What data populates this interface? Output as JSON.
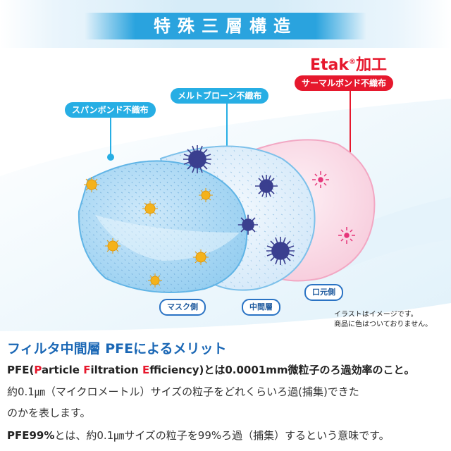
{
  "banner": {
    "title": "特殊三層構造"
  },
  "labels": {
    "spunbond": "スパンボンド不織布",
    "meltblown": "メルトブローン不織布",
    "etak_brand": "Etak",
    "etak_reg": "®",
    "etak_suffix": "加工",
    "thermal": "サーマルボンド不織布"
  },
  "sides": {
    "mask": "マスク側",
    "middle": "中間層",
    "mouth": "口元側"
  },
  "note": {
    "line1": "イラストはイメージです。",
    "line2": "商品に色はついておりません。"
  },
  "section": {
    "title": "フィルタ中間層 PFEによるメリット",
    "line1": {
      "a": "PFE(",
      "p": "P",
      "b": "article ",
      "f": "F",
      "c": "iltration ",
      "e": "E",
      "d": "fficiency)とは0.0001mm微粒子のろ過効率のこと。"
    },
    "line2": "約0.1㎛（マイクロメートル）サイズの粒子をどれくらいろ過(捕集)できた",
    "line3": "のかを表します。",
    "line4_bold": "PFE99%",
    "line4_rest": "とは、約0.1㎛サイズの粒子を99%ろ過（捕集）するという意味です。"
  },
  "colors": {
    "accent_blue": "#2aa3de",
    "red": "#e6182d",
    "title_blue": "#1a67b5",
    "virus": "#3a3f8f",
    "particle": "#f4b21b"
  }
}
